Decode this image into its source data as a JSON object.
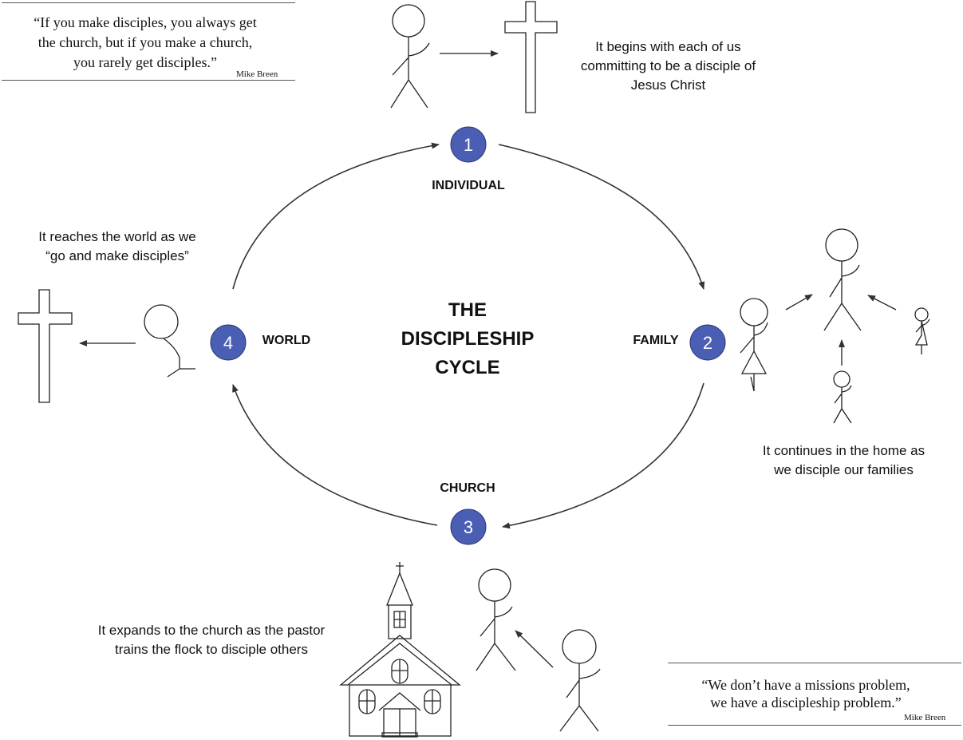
{
  "diagram": {
    "title_lines": [
      "THE",
      "DISCIPLESHIP",
      "CYCLE"
    ],
    "steps": [
      {
        "number": "1",
        "label": "INDIVIDUAL",
        "caption_lines": [
          "It begins with each of us",
          "committing to be a disciple of",
          "Jesus Christ"
        ]
      },
      {
        "number": "2",
        "label": "FAMILY",
        "caption_lines": [
          "It continues in the home as",
          "we disciple our families"
        ]
      },
      {
        "number": "3",
        "label": "CHURCH",
        "caption_lines": [
          "It expands to the church as the pastor",
          "trains the flock to disciple others"
        ]
      },
      {
        "number": "4",
        "label": "WORLD",
        "caption_lines": [
          "It reaches the world as we",
          "“go and make disciples”"
        ]
      }
    ],
    "badge_color": "#4a5fb3",
    "arrow_color": "#333333"
  },
  "quotes": [
    {
      "lines": [
        "“If you make disciples, you always get",
        "the church, but if you make a church,",
        "you rarely get disciples.”"
      ],
      "author": "Mike Breen"
    },
    {
      "lines": [
        "“We don’t have a missions problem,",
        "we have a discipleship problem.”"
      ],
      "author": "Mike Breen"
    }
  ],
  "illustrations": [
    "stick-figure-icon",
    "cross-icon",
    "church-building-icon",
    "kneeling-figure-icon"
  ]
}
